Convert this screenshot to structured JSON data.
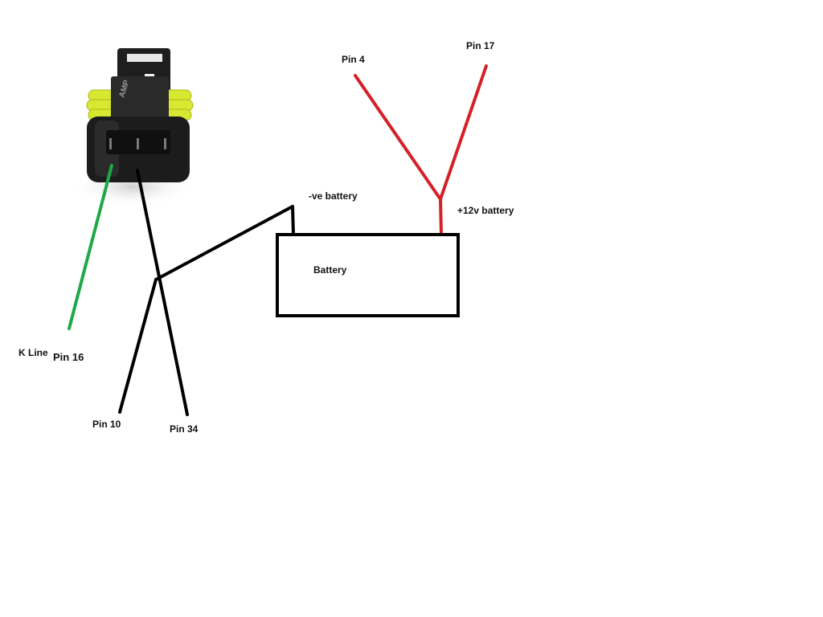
{
  "diagram": {
    "labels": {
      "pin4": "Pin 4",
      "pin17": "Pin 17",
      "neg_battery": "-ve battery",
      "pos_battery": "+12v battery",
      "battery": "Battery",
      "k_line": "K Line",
      "pin16": "Pin 16",
      "pin10": "Pin 10",
      "pin34": "Pin 34"
    },
    "connector_marking": "AMP",
    "colors": {
      "positive_wire": "#d42027",
      "ground_wire": "#000000",
      "k_line_wire": "#1fa847",
      "connector_body": "#1c1c1c",
      "connector_seal": "#d8e830"
    }
  }
}
